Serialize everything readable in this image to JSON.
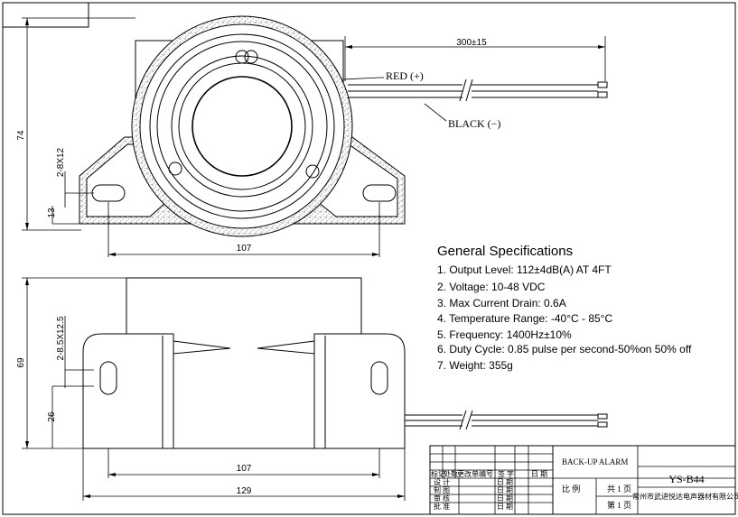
{
  "top_view": {
    "dim_cable_length": "300±15",
    "dim_height": "74",
    "dim_hole": "2-8X12",
    "dim_hole_offset": "13",
    "dim_hole_spacing": "107",
    "label_red": "RED (+)",
    "label_black": "BLACK (−)"
  },
  "side_view": {
    "dim_height": "69",
    "dim_hole": "2-8.5X12.5",
    "dim_hole_offset": "26",
    "dim_hole_spacing": "107",
    "dim_total_width": "129"
  },
  "specs": {
    "title": "General Specifications",
    "items": [
      "1. Output Level:  112±4dB(A) AT 4FT",
      "2. Voltage:  10-48 VDC",
      "3. Max Current Drain:  0.6A",
      "4. Temperature Range:  -40°C - 85°C",
      "5. Frequency:  1400Hz±10%",
      "6. Duty Cycle:  0.85 pulse per second-50%on 50% off",
      "7. Weight: 355g"
    ]
  },
  "title_block": {
    "product_name": "BACK-UP ALARM",
    "model": "YS-B44",
    "scale_label": "比  例",
    "sheets_total": "共 1 页",
    "sheet_number": "第 1 页",
    "company": "常州市武进悦达电声器材有限公司",
    "header_cells": [
      "标记",
      "处数",
      "更改单编号",
      "签  字",
      "日  期"
    ],
    "roles": [
      "设  计",
      "制  图",
      "审  核",
      "批  准"
    ],
    "date_label": "日  期"
  }
}
